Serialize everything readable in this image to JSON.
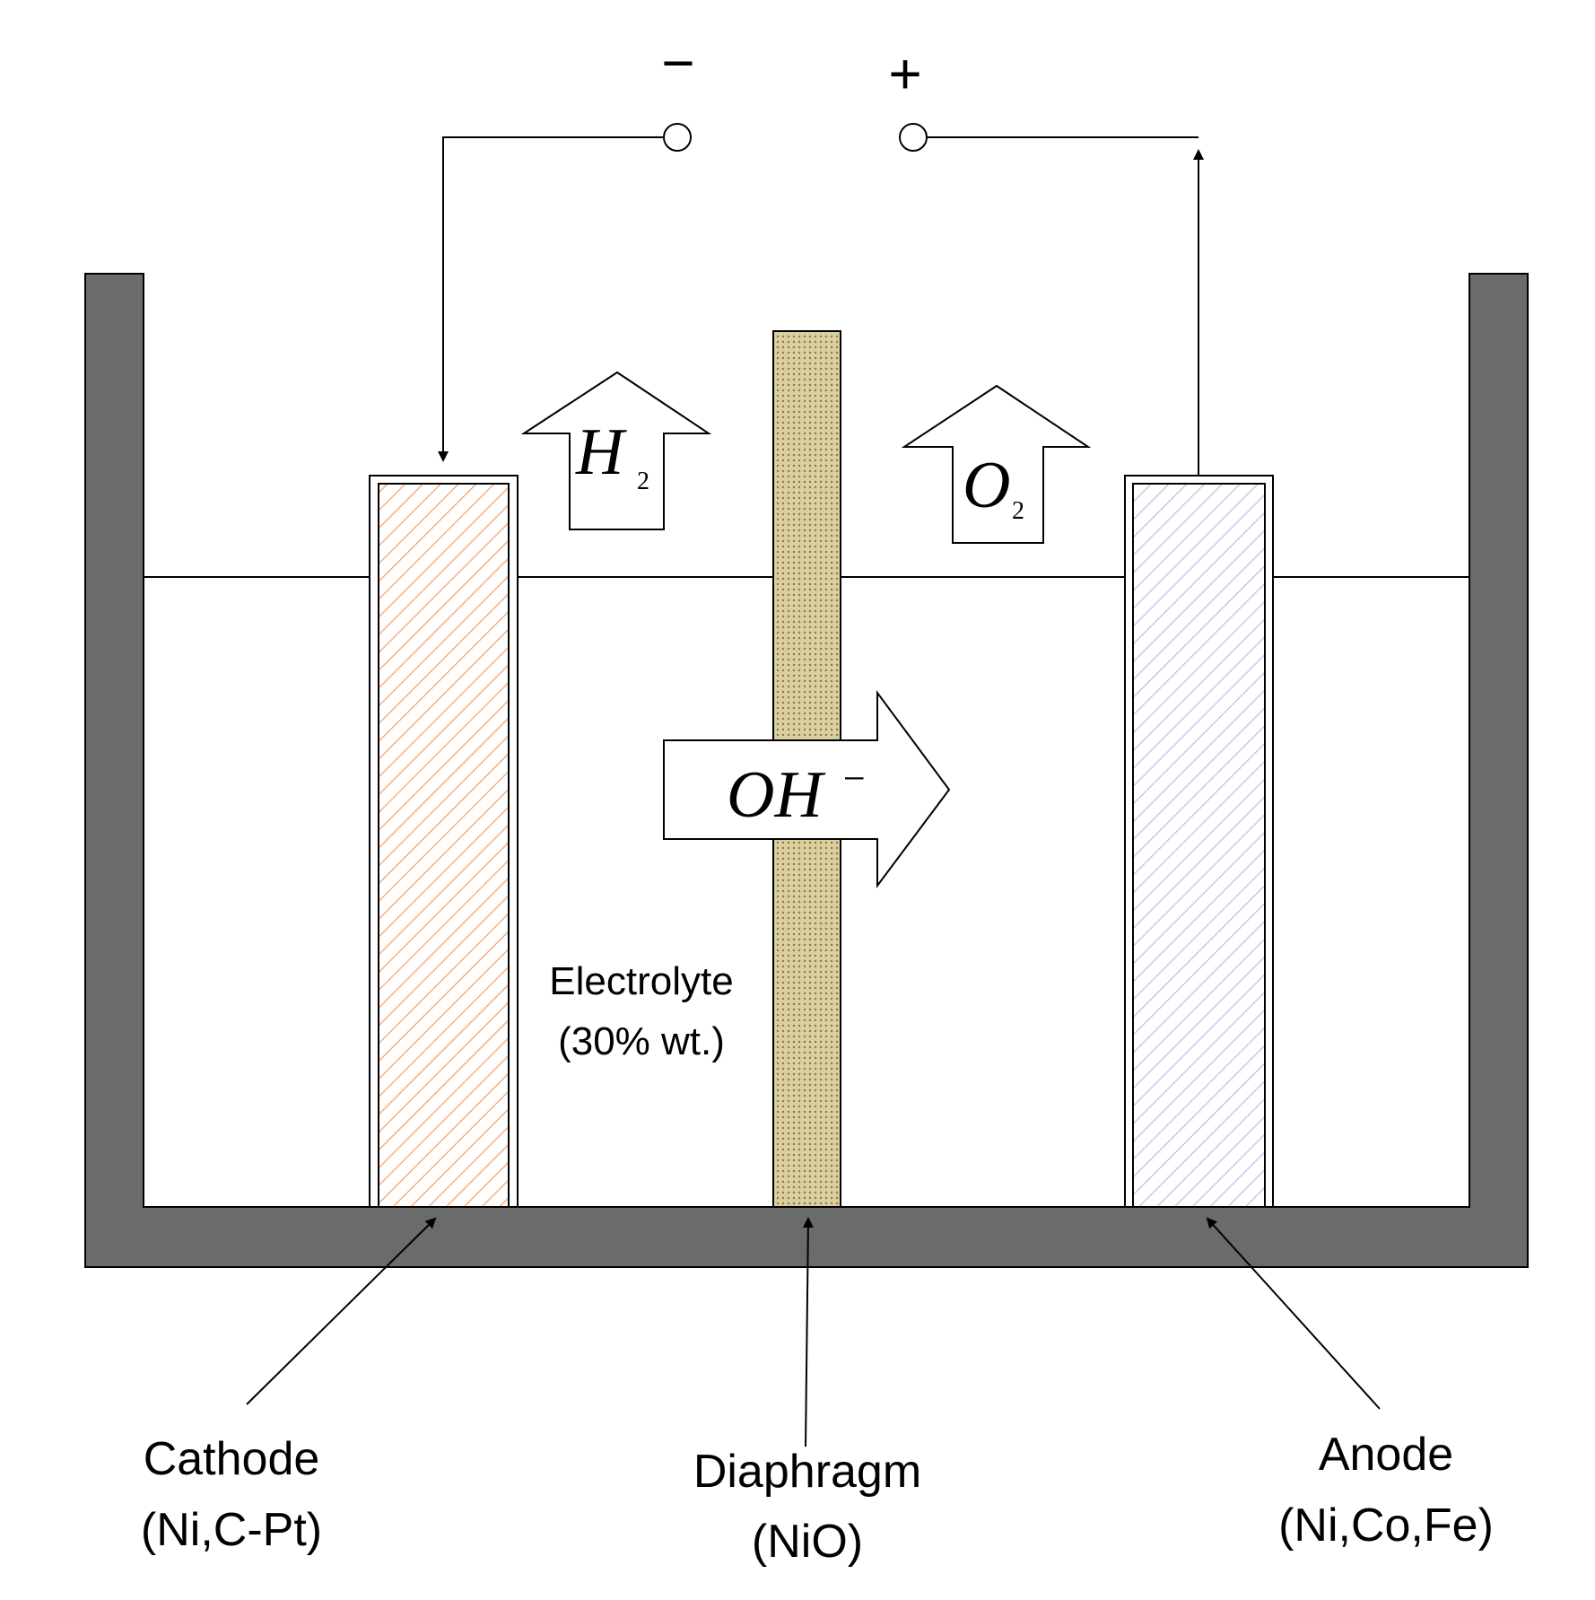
{
  "terminals": {
    "negative_sign": "−",
    "positive_sign": "+"
  },
  "gases": {
    "h2": {
      "symbol": "H",
      "subscript": "2"
    },
    "o2": {
      "symbol": "O",
      "subscript": "2"
    }
  },
  "ion": {
    "symbol": "OH",
    "superscript": "−"
  },
  "electrolyte": {
    "line1": "Electrolyte",
    "line2": "(30% wt.)"
  },
  "cathode": {
    "name": "Cathode",
    "material": "(Ni,C-Pt)"
  },
  "diaphragm": {
    "name": "Diaphragm",
    "material": "(NiO)"
  },
  "anode": {
    "name": "Anode",
    "material": "(Ni,Co,Fe)"
  },
  "colors": {
    "tank": "#6b6b6b",
    "cathode_hatch": "#f4b183",
    "anode_hatch": "#c9c9e6",
    "diaphragm_fill": "#d9cfa0",
    "diaphragm_dots": "#8a7a3c",
    "line": "#000000"
  }
}
